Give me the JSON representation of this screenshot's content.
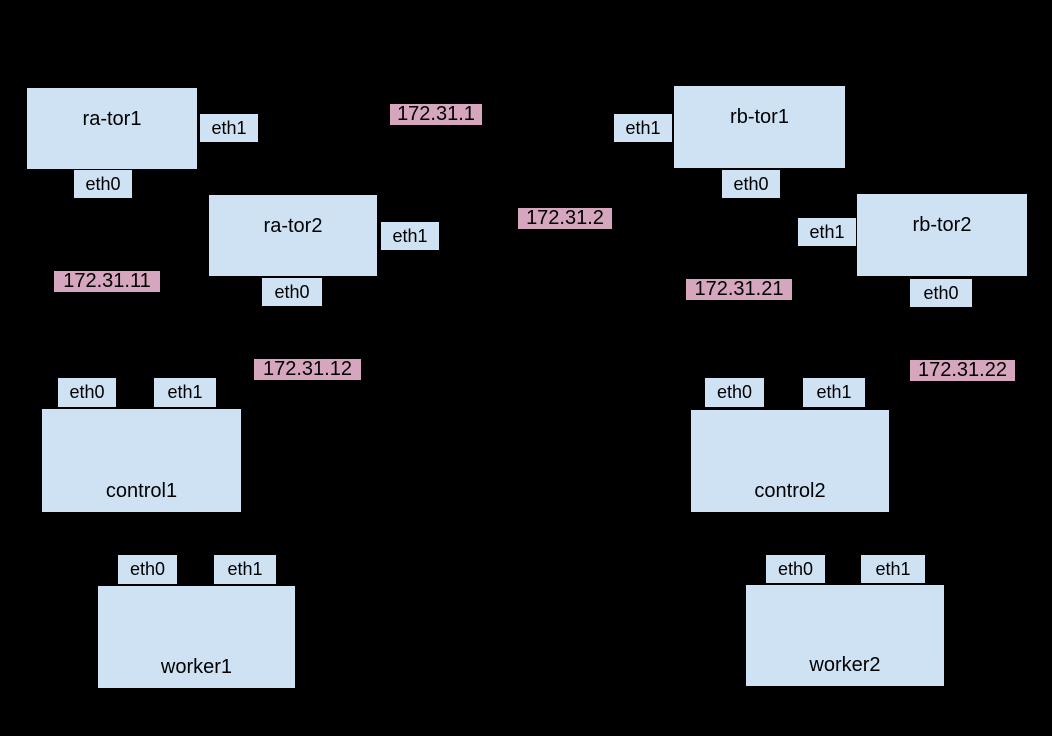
{
  "diagram": {
    "colors": {
      "background": "#000000",
      "node_fill": "#cfe2f3",
      "node_border": "#000000",
      "ip_fill": "#d5a6bd",
      "text": "#000000"
    },
    "nodes": {
      "ra_tor1": "ra-tor1",
      "ra_tor2": "ra-tor2",
      "rb_tor1": "rb-tor1",
      "rb_tor2": "rb-tor2",
      "control1": "control1",
      "control2": "control2",
      "worker1": "worker1",
      "worker2": "worker2"
    },
    "ports": {
      "eth0": "eth0",
      "eth1": "eth1"
    },
    "ips": {
      "ip_172_31_1": "172.31.1",
      "ip_172_31_2": "172.31.2",
      "ip_172_31_11": "172.31.11",
      "ip_172_31_12": "172.31.12",
      "ip_172_31_21": "172.31.21",
      "ip_172_31_22": "172.31.22"
    }
  }
}
